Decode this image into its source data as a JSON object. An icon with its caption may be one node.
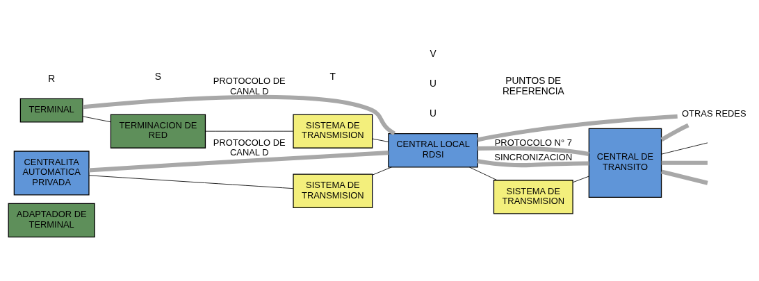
{
  "diagram": {
    "nodes": [
      {
        "text": [
          "ADAPTADOR DE TERMINAL"
        ]
      },
      {
        "text": [
          "TERMINAL"
        ]
      },
      {
        "text": [
          "TERMINACION DE RED"
        ]
      },
      {
        "text": [
          "SISTEMA DE TRANSMISION"
        ]
      },
      {
        "text": [
          "CENTRAL LOCAL RDSI"
        ]
      },
      {
        "text": [
          "SISTEMA DE TRANSMISION"
        ]
      },
      {
        "text": [
          "CENTRAL DE TRANSITO"
        ]
      },
      {
        "text": [
          "CENTRALITA AUTOMATICA PRIVADA"
        ]
      },
      {
        "text": [
          "SISTEMA DE TRANSMISION"
        ]
      },
      {
        "text": [
          "OTRAS REDES"
        ]
      }
    ],
    "edges": [
      {
        "from": 1,
        "to": 2,
        "arrow": "none"
      },
      {
        "from": 2,
        "to": 3,
        "arrow": "none"
      },
      {
        "from": 3,
        "to": 4,
        "arrow": "none"
      },
      {
        "from": 1,
        "to": 4,
        "arrow": "none",
        "label": "PROTOCOLO DE CANAL D",
        "style": "thick",
        "color": "#a8a8a8"
      },
      {
        "from": 4,
        "to": 5,
        "arrow": "none"
      },
      {
        "from": 5,
        "to": 6,
        "arrow": "none"
      },
      {
        "from": 6,
        "to": null,
        "arrow": "none",
        "style": "thick",
        "color": "#a8a8a8"
      },
      {
        "from": 4,
        "to": 6,
        "arrow": "none",
        "label": "PROTOCOLO N° 7",
        "style": "thick",
        "color": "#a8a8a8"
      },
      {
        "from": 6,
        "to": null,
        "arrow": "none"
      },
      {
        "from": 4,
        "to": 6,
        "arrow": "none",
        "label": "SINCRONIZACION",
        "style": "thick",
        "color": "#a8a8a8"
      },
      {
        "from": 6,
        "to": null,
        "arrow": "none",
        "style": "thick",
        "color": "#a8a8a8"
      },
      {
        "from": 7,
        "to": 8,
        "arrow": "none"
      },
      {
        "from": 8,
        "to": 4,
        "arrow": "none"
      },
      {
        "from": 7,
        "to": 4,
        "arrow": "none",
        "label": "PROTOCOLO DE CANAL D",
        "style": "thick",
        "color": "#a8a8a8"
      },
      {
        "from": 4,
        "to": 9,
        "arrow": "none",
        "style": "thick",
        "color": "#a8a8a8"
      },
      {
        "from": 6,
        "to": 9,
        "arrow": "none",
        "style": "thick",
        "color": "#a8a8a8"
      }
    ],
    "labels": [
      "R",
      "S",
      "T",
      "U",
      "U",
      "V",
      "PUNTOS DE REFERENCIA"
    ]
  }
}
